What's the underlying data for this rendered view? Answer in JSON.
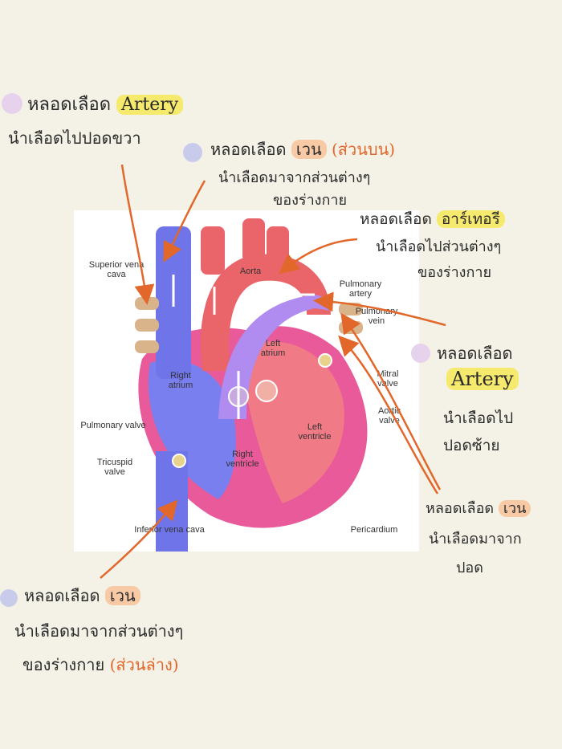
{
  "annotations": {
    "a1_prefix": "หลอดเลือด",
    "a1_tag": "Artery",
    "a1_desc": "นำเลือดไปปอดขวา",
    "a2_prefix": "หลอดเลือด",
    "a2_tag": "เวน",
    "a2_suffix": "(ส่วนบน)",
    "a2_desc1": "นำเลือดมาจากส่วนต่างๆ",
    "a2_desc2": "ของร่างกาย",
    "a3_prefix": "หลอดเลือด",
    "a3_tag": "อาร์เทอรี",
    "a3_desc1": "นำเลือดไปส่วนต่างๆ",
    "a3_desc2": "ของร่างกาย",
    "a4_prefix": "หลอดเลือด",
    "a4_tag": "Artery",
    "a4_desc1": "นำเลือดไป",
    "a4_desc2": "ปอดซ้าย",
    "a5_prefix": "หลอดเลือด",
    "a5_tag": "เวน",
    "a5_desc1": "นำเลือดมาจาก",
    "a5_desc2": "ปอด",
    "a6_prefix": "หลอดเลือด",
    "a6_tag": "เวน",
    "a6_desc1": "นำเลือดมาจากส่วนต่างๆ",
    "a6_desc2": "ของร่างกาย",
    "a6_suffix": "(ส่วนล่าง)"
  },
  "diagram_labels": {
    "superior_vena_cava": "Superior vena cava",
    "aorta": "Aorta",
    "pulmonary_artery": "Pulmonary artery",
    "pulmonary_vein": "Pulmonary vein",
    "left_atrium": "Left atrium",
    "right_atrium": "Right atrium",
    "mitral_valve": "Mitral valve",
    "pulmonary_valve": "Pulmonary valve",
    "aortic_valve": "Aortic valve",
    "left_ventricle": "Left ventricle",
    "tricuspid_valve": "Tricuspid valve",
    "right_ventricle": "Right ventricle",
    "inferior_vena_cava": "Inferior vena cava",
    "pericardium": "Pericardium"
  },
  "colors": {
    "background": "#f4f2e6",
    "arrow": "#e2672a",
    "highlight_yellow": "#f6ea6e",
    "highlight_orange": "#f7c9a5",
    "dot_lavender": "#e6d2ec",
    "dot_periwinkle": "#c9cbea",
    "vein_blue": "#6f74e8",
    "artery_red": "#e9656a",
    "pericardium_pink": "#e85a9a"
  }
}
